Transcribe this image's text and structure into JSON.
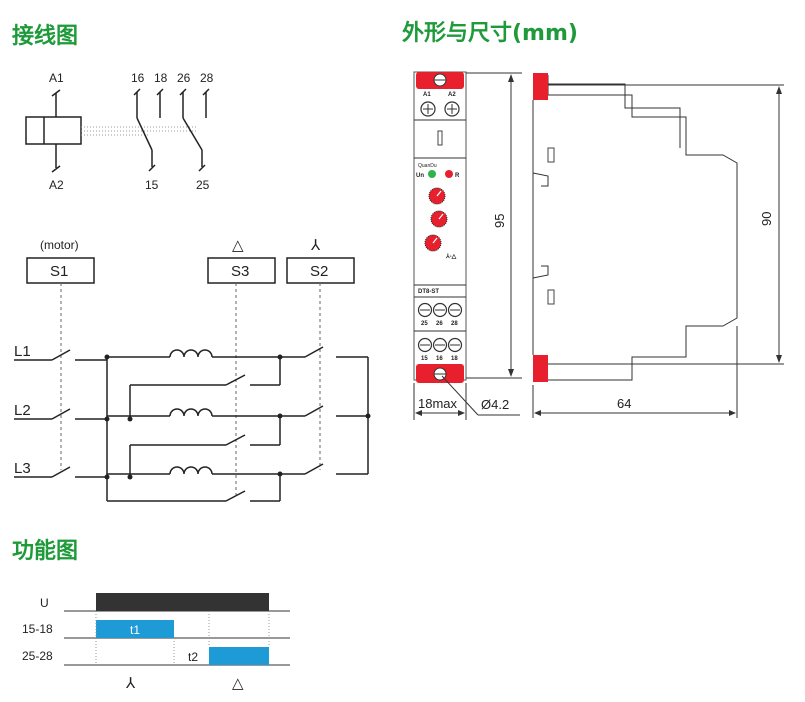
{
  "headings": {
    "wiring": "接线图",
    "dimensions": "外形与尺寸(mm)",
    "function": "功能图"
  },
  "wiring_diagram": {
    "terminals": {
      "a1": "A1",
      "a2": "A2",
      "t16": "16",
      "t18": "18",
      "t26": "26",
      "t28": "28",
      "t15": "15",
      "t25": "25"
    },
    "motor_label": "(motor)",
    "delta_symbol": "△",
    "star_symbol": "⅄",
    "contactors": {
      "s1": "S1",
      "s3": "S3",
      "s2": "S2"
    },
    "lines": {
      "l1": "L1",
      "l2": "L2",
      "l3": "L3"
    }
  },
  "device": {
    "top_terminals": {
      "a1": "A1",
      "a2": "A2"
    },
    "brand": "QuanDu",
    "led_un": "Un",
    "led_r": "R",
    "star_delta_mark": "⅄-△",
    "model": "DT8-ST",
    "terminals_row1": [
      "25",
      "26",
      "28"
    ],
    "terminals_row2": [
      "15",
      "16",
      "18"
    ],
    "colors": {
      "red": "#e8202e",
      "led_green": "#2fb24a",
      "led_red": "#e8202e"
    }
  },
  "dimensions": {
    "front_height": "95",
    "side_height": "90",
    "width": "18max",
    "hole": "Ø4.2",
    "depth": "64"
  },
  "timing": {
    "rows": [
      "U",
      "15-18",
      "25-28"
    ],
    "t1": "t1",
    "t2": "t2",
    "star_symbol": "⅄",
    "delta_symbol": "△",
    "colors": {
      "supply": "#333333",
      "pulse": "#1e9ad6"
    }
  }
}
